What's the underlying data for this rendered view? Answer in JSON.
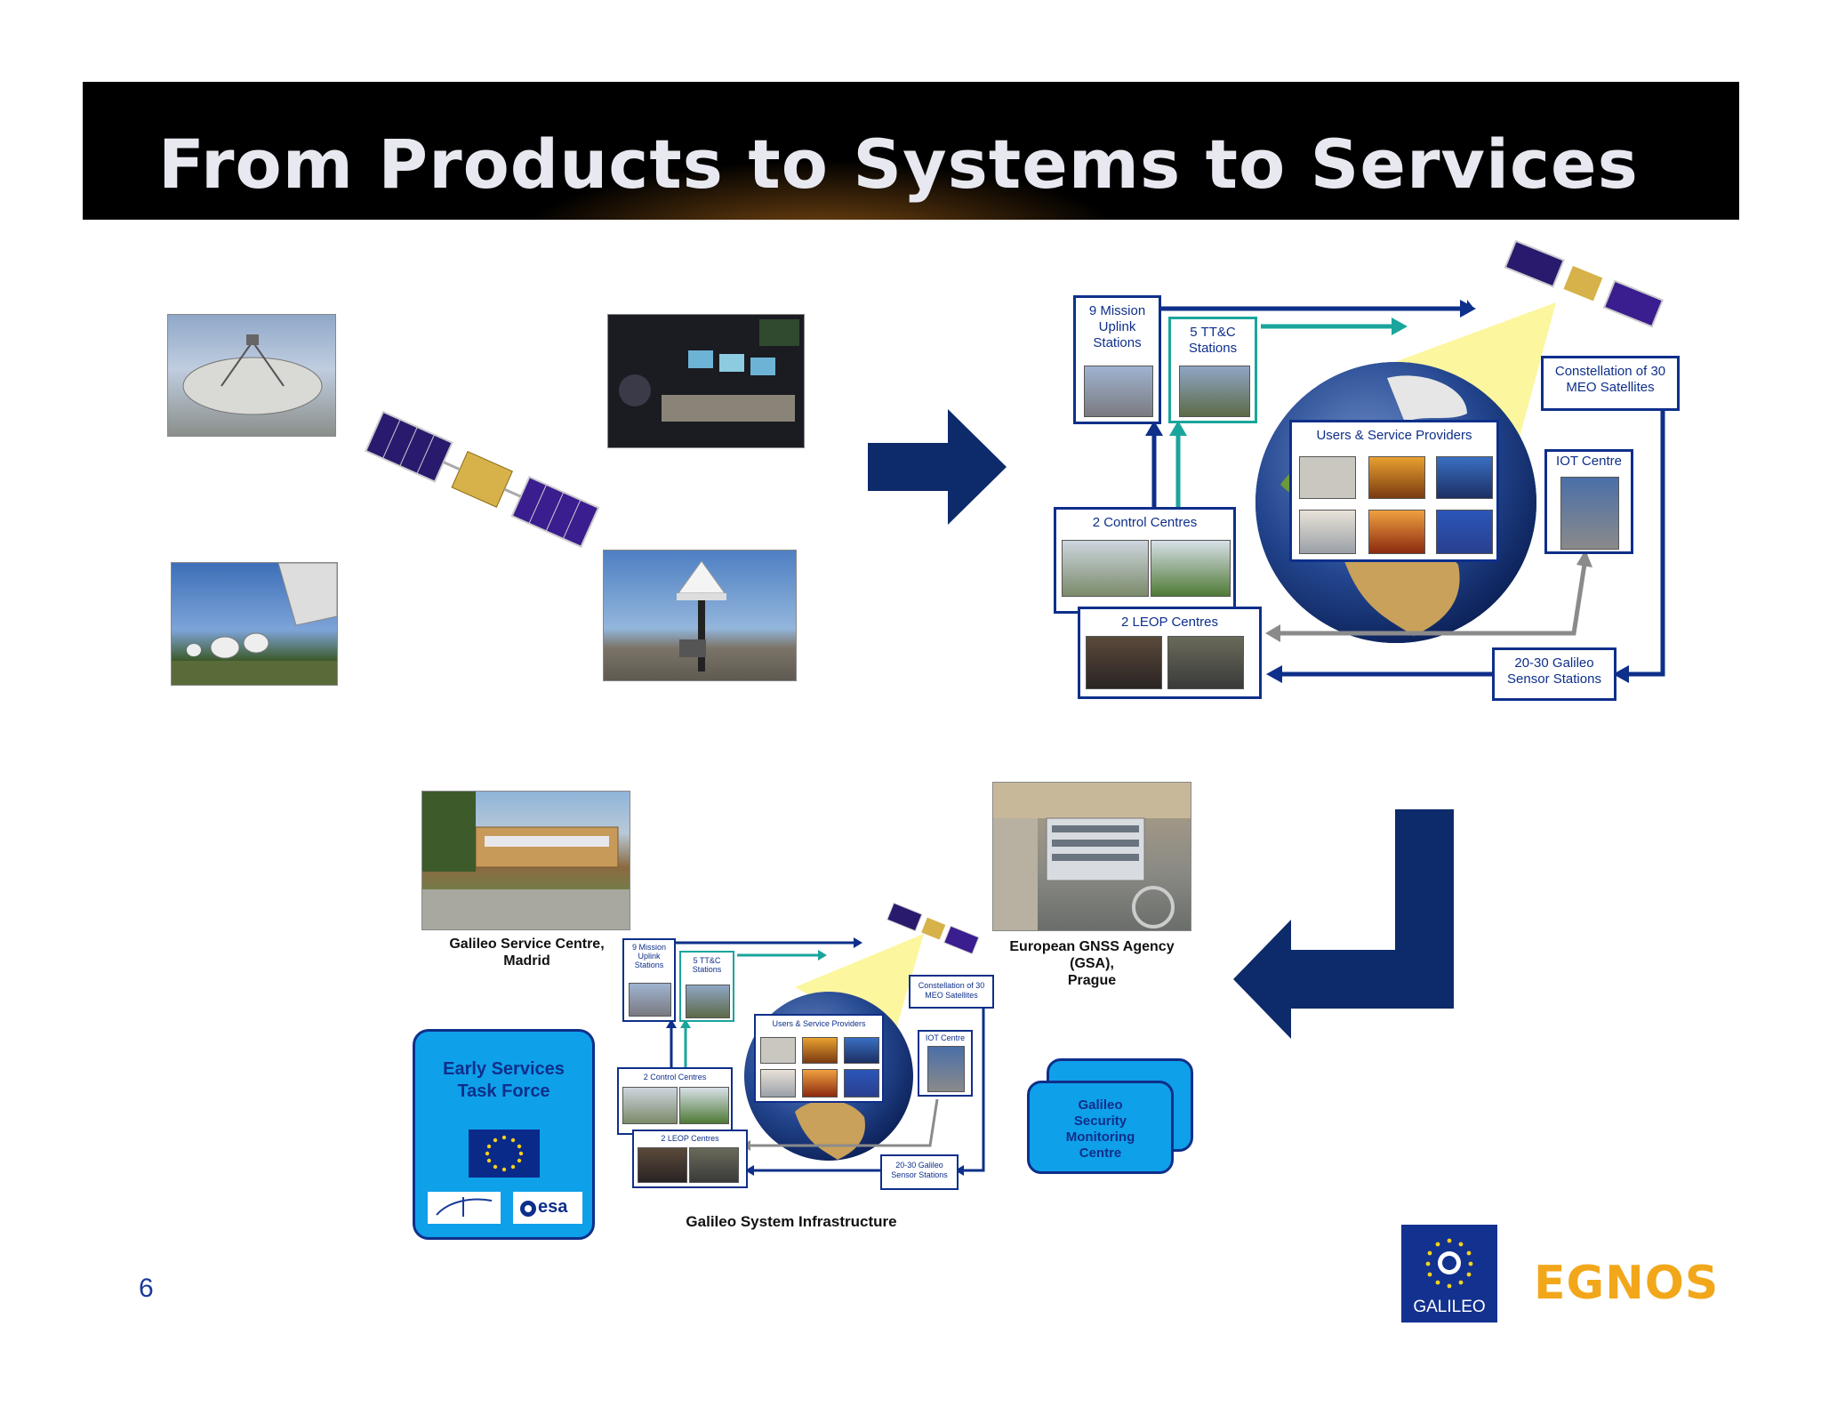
{
  "slide": {
    "title": "From Products to Systems to Services",
    "page_number": "6"
  },
  "diagram_large": {
    "mission_uplink": "9 Mission Uplink Stations",
    "ttc": "5 TT&C Stations",
    "constellation": "Constellation of 30 MEO Satellites",
    "users": "Users & Service Providers",
    "iot": "IOT Centre",
    "control": "2 Control Centres",
    "leop": "2 LEOP Centres",
    "sensor": "20-30 Galileo Sensor Stations"
  },
  "bottom": {
    "gsc_caption_1": "Galileo Service Centre,",
    "gsc_caption_2": "Madrid",
    "gsa_caption_1": "European GNSS Agency",
    "gsa_caption_2": "(GSA),",
    "gsa_caption_3": "Prague",
    "infra_caption": "Galileo System Infrastructure",
    "early_services_1": "Early Services",
    "early_services_2": "Task Force",
    "esa_label": "esa",
    "gsmc_1": "Galileo",
    "gsmc_2": "Security",
    "gsmc_3": "Monitoring",
    "gsmc_4": "Centre"
  },
  "logos": {
    "galileo": "GALILEO",
    "egnos": "EGNOS"
  },
  "colors": {
    "navy": "#0e2f8a",
    "teal": "#1aa59c",
    "arrow_dark": "#0d2a6b",
    "egnos_orange": "#f2a71b",
    "box_blue": "#0fa0ea"
  }
}
